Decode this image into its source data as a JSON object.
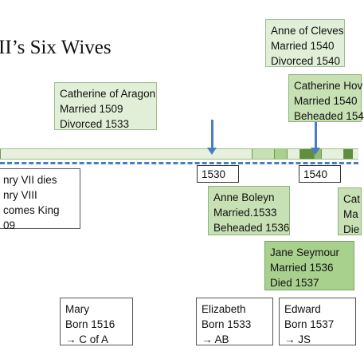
{
  "title": "II’s Six Wives",
  "wives": {
    "aragon": [
      "Catherine of Aragon",
      "Married 1509",
      "Divorced 1533"
    ],
    "cleves": [
      "Anne of Cleves",
      "Married 1540",
      "Divorced 1540"
    ],
    "howard": [
      "Catherine Hov",
      "Married 1540",
      "Beheaded 154"
    ],
    "boleyn": [
      "Anne Boleyn",
      "Married.1533",
      "Beheaded 1536"
    ],
    "seymour": [
      "Jane Seymour",
      "Married 1536",
      "Died 1537"
    ],
    "parr": [
      "Cat",
      "Ma",
      "Die"
    ]
  },
  "events": {
    "henry": [
      "nry VII dies",
      "nry VIII",
      "comes King",
      "09"
    ]
  },
  "children": {
    "mary": [
      "Mary",
      "Born 1516",
      "→ C of A"
    ],
    "elizabeth": [
      "Elizabeth",
      "Born 1533",
      "→ AB"
    ],
    "edward": [
      "Edward",
      "Born 1537",
      "→ JS"
    ]
  },
  "years": [
    "1530",
    "1540"
  ],
  "colors": {
    "light_green": "#e1efd8",
    "mid_green": "#c7e0b4",
    "dark_green": "#a9d18e",
    "arrow_blue": "#4a7cc4"
  }
}
